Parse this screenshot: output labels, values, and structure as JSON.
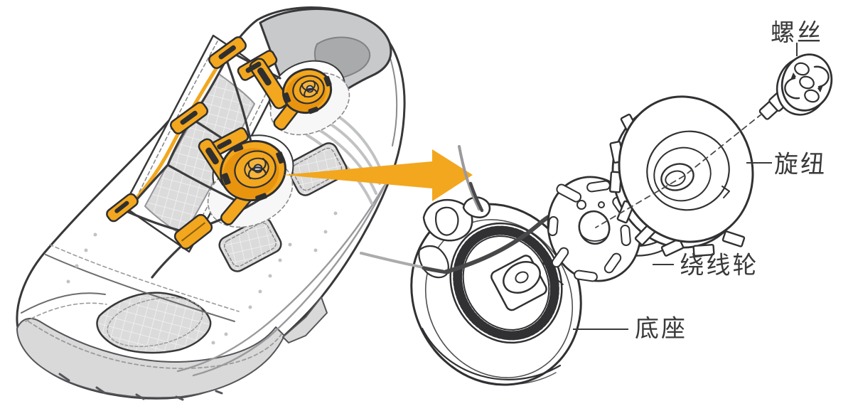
{
  "diagram": {
    "type": "exploded-parts-diagram",
    "subject": "cycling shoe dial lacing system",
    "labels": {
      "screw": "螺丝",
      "knob": "旋纽",
      "spool": "绕线轮",
      "base": "底座"
    },
    "colors": {
      "accent_orange": "#F2A71F",
      "orange_shade": "#E8940F",
      "line_art": "#313134",
      "label_text": "#3A3A3A",
      "mesh_gray": "#DBDBDB",
      "collar_gray": "#C7C9CB",
      "sole_gray": "#D9D9D9",
      "lace_dark": "#3C3C3E"
    },
    "icons": {
      "callout_arrow": "right-arrow"
    }
  }
}
